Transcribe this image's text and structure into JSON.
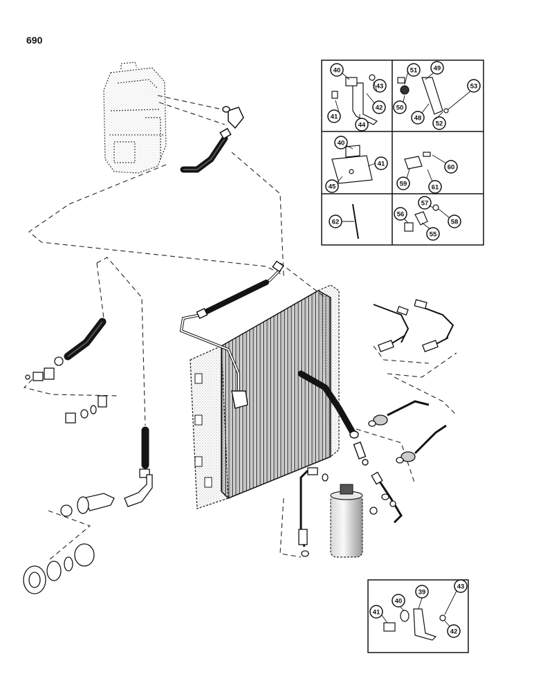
{
  "page_number": "690",
  "colors": {
    "ink": "#1a1a1a",
    "background": "#ffffff",
    "hose": "#141414",
    "shade": "#777777"
  },
  "detail_callouts": [
    {
      "panel": 1,
      "labels": [
        "40",
        "43",
        "41",
        "42",
        "44"
      ]
    },
    {
      "panel": 2,
      "labels": [
        "51",
        "49",
        "53",
        "50",
        "48",
        "52"
      ]
    },
    {
      "panel": 3,
      "labels": [
        "40",
        "41",
        "45"
      ]
    },
    {
      "panel": 4,
      "labels": [
        "59",
        "61",
        "60"
      ]
    },
    {
      "panel": 5,
      "labels": [
        "62"
      ]
    },
    {
      "panel": 6,
      "labels": [
        "57",
        "56",
        "58",
        "55"
      ]
    },
    {
      "panel": 7,
      "labels": [
        "39",
        "43",
        "40",
        "41",
        "42"
      ]
    }
  ]
}
